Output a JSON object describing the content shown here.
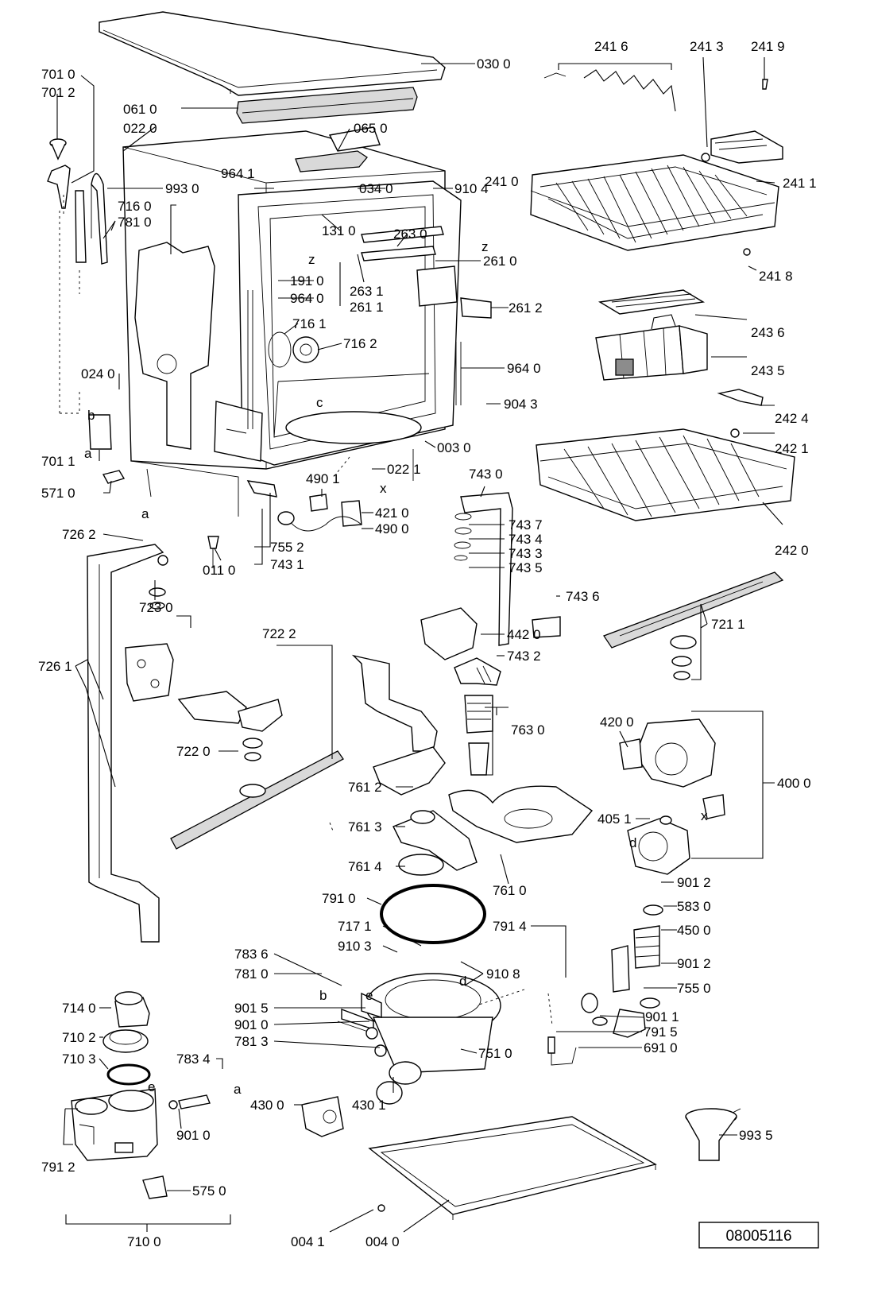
{
  "diagram": {
    "document_number": "08005116",
    "parts": [
      {
        "key": "p0300",
        "text": "030 0"
      },
      {
        "key": "p0610",
        "text": "061 0"
      },
      {
        "key": "p0220",
        "text": "022 0"
      },
      {
        "key": "p0650",
        "text": "065 0"
      },
      {
        "key": "p7010",
        "text": "701 0"
      },
      {
        "key": "p7012",
        "text": "701 2"
      },
      {
        "key": "p9930",
        "text": "993 0"
      },
      {
        "key": "p7160",
        "text": "716 0"
      },
      {
        "key": "p7810a",
        "text": "781 0"
      },
      {
        "key": "p9641a",
        "text": "964 1"
      },
      {
        "key": "p0340",
        "text": "034 0"
      },
      {
        "key": "p9104",
        "text": "910 4"
      },
      {
        "key": "p1310",
        "text": "131 0"
      },
      {
        "key": "p2630",
        "text": "263 0"
      },
      {
        "key": "p2610",
        "text": "261 0"
      },
      {
        "key": "p1910",
        "text": "191 0"
      },
      {
        "key": "p9640a",
        "text": "964 0"
      },
      {
        "key": "p2631",
        "text": "263 1"
      },
      {
        "key": "p2611",
        "text": "261 1"
      },
      {
        "key": "p2612",
        "text": "261 2"
      },
      {
        "key": "p7161",
        "text": "716 1"
      },
      {
        "key": "p7162",
        "text": "716 2"
      },
      {
        "key": "p9640b",
        "text": "964 0"
      },
      {
        "key": "p0240",
        "text": "024 0"
      },
      {
        "key": "p9043",
        "text": "904 3"
      },
      {
        "key": "p0030",
        "text": "003 0"
      },
      {
        "key": "p7011",
        "text": "701 1"
      },
      {
        "key": "p5710",
        "text": "571 0"
      },
      {
        "key": "p4901",
        "text": "490 1"
      },
      {
        "key": "p0221",
        "text": "022 1"
      },
      {
        "key": "p4210",
        "text": "421 0"
      },
      {
        "key": "p4900",
        "text": "490 0"
      },
      {
        "key": "p7430",
        "text": "743 0"
      },
      {
        "key": "p7437",
        "text": "743 7"
      },
      {
        "key": "p7434",
        "text": "743 4"
      },
      {
        "key": "p7433",
        "text": "743 3"
      },
      {
        "key": "p7435",
        "text": "743 5"
      },
      {
        "key": "p7262",
        "text": "726 2"
      },
      {
        "key": "p0110",
        "text": "011 0"
      },
      {
        "key": "p7552",
        "text": "755 2"
      },
      {
        "key": "p7431",
        "text": "743 1"
      },
      {
        "key": "p7230",
        "text": "723 0"
      },
      {
        "key": "p7436",
        "text": "743 6"
      },
      {
        "key": "p7222",
        "text": "722 2"
      },
      {
        "key": "p4420",
        "text": "442 0"
      },
      {
        "key": "p7261",
        "text": "726 1"
      },
      {
        "key": "p7432",
        "text": "743 2"
      },
      {
        "key": "p7211",
        "text": "721 1"
      },
      {
        "key": "p7630",
        "text": "763 0"
      },
      {
        "key": "p7220",
        "text": "722 0"
      },
      {
        "key": "p4200",
        "text": "420 0"
      },
      {
        "key": "p4000",
        "text": "400 0"
      },
      {
        "key": "p7612",
        "text": "761 2"
      },
      {
        "key": "p4051",
        "text": "405 1"
      },
      {
        "key": "p7613",
        "text": "761 3"
      },
      {
        "key": "p7614",
        "text": "761 4"
      },
      {
        "key": "p7610",
        "text": "761 0"
      },
      {
        "key": "p9012a",
        "text": "901 2"
      },
      {
        "key": "p7910",
        "text": "791 0"
      },
      {
        "key": "p5830",
        "text": "583 0"
      },
      {
        "key": "p7171",
        "text": "717 1"
      },
      {
        "key": "p7914",
        "text": "791 4"
      },
      {
        "key": "p4500",
        "text": "450 0"
      },
      {
        "key": "p9103",
        "text": "910 3"
      },
      {
        "key": "p7836",
        "text": "783 6"
      },
      {
        "key": "p9108",
        "text": "910 8"
      },
      {
        "key": "p9012b",
        "text": "901 2"
      },
      {
        "key": "p7810b",
        "text": "781 0"
      },
      {
        "key": "p7550",
        "text": "755 0"
      },
      {
        "key": "p7140",
        "text": "714 0"
      },
      {
        "key": "p9015",
        "text": "901 5"
      },
      {
        "key": "p9011",
        "text": "901 1"
      },
      {
        "key": "p9010a",
        "text": "901 0"
      },
      {
        "key": "p7915",
        "text": "791 5"
      },
      {
        "key": "p7102",
        "text": "710 2"
      },
      {
        "key": "p7813",
        "text": "781 3"
      },
      {
        "key": "p6910",
        "text": "691 0"
      },
      {
        "key": "p7510",
        "text": "751 0"
      },
      {
        "key": "p7103",
        "text": "710 3"
      },
      {
        "key": "p7834",
        "text": "783 4"
      },
      {
        "key": "p4300",
        "text": "430 0"
      },
      {
        "key": "p4301",
        "text": "430 1"
      },
      {
        "key": "p9010b",
        "text": "901 0"
      },
      {
        "key": "p9935",
        "text": "993 5"
      },
      {
        "key": "p7912",
        "text": "791 2"
      },
      {
        "key": "p5750",
        "text": "575 0"
      },
      {
        "key": "p7100",
        "text": "710 0"
      },
      {
        "key": "p0041",
        "text": "004 1"
      },
      {
        "key": "p0040",
        "text": "004 0"
      },
      {
        "key": "p2416",
        "text": "241 6"
      },
      {
        "key": "p2413",
        "text": "241 3"
      },
      {
        "key": "p2419",
        "text": "241 9"
      },
      {
        "key": "p2410",
        "text": "241 0"
      },
      {
        "key": "p2411",
        "text": "241 1"
      },
      {
        "key": "p2418",
        "text": "241 8"
      },
      {
        "key": "p2436",
        "text": "243 6"
      },
      {
        "key": "p2435",
        "text": "243 5"
      },
      {
        "key": "p2424",
        "text": "242 4"
      },
      {
        "key": "p2421",
        "text": "242 1"
      },
      {
        "key": "p2420",
        "text": "242 0"
      }
    ],
    "letters": [
      {
        "key": "l1",
        "text": "z"
      },
      {
        "key": "l2",
        "text": "z"
      },
      {
        "key": "l3",
        "text": "c"
      },
      {
        "key": "l4",
        "text": "b"
      },
      {
        "key": "l5",
        "text": "a"
      },
      {
        "key": "l6",
        "text": "a"
      },
      {
        "key": "l7",
        "text": "x"
      },
      {
        "key": "l8",
        "text": "x"
      },
      {
        "key": "l9",
        "text": "d"
      },
      {
        "key": "l10",
        "text": "d"
      },
      {
        "key": "l11",
        "text": "b"
      },
      {
        "key": "l12",
        "text": "e"
      },
      {
        "key": "l13",
        "text": "e"
      },
      {
        "key": "l14",
        "text": "a"
      }
    ]
  }
}
